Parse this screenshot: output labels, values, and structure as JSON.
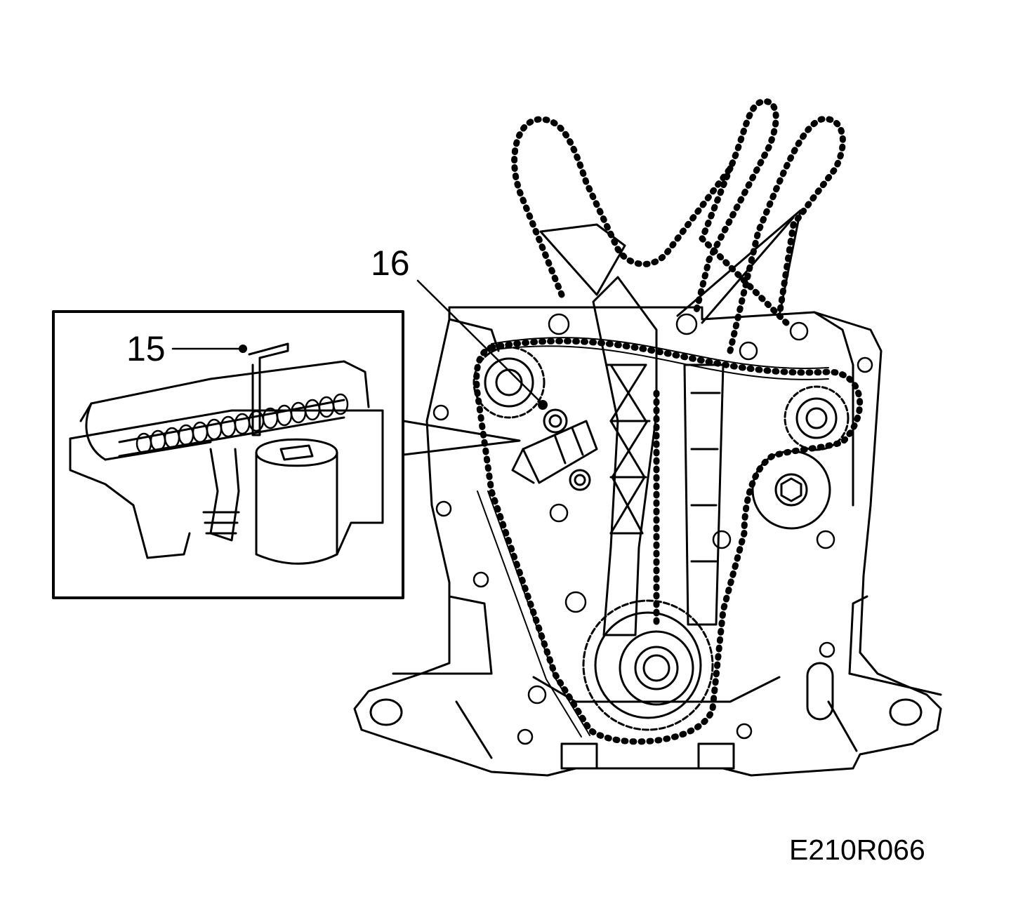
{
  "callouts": {
    "c15": "15",
    "c16": "16"
  },
  "figure_id": "E210R066",
  "colors": {
    "line": "#000000",
    "background": "#ffffff"
  }
}
